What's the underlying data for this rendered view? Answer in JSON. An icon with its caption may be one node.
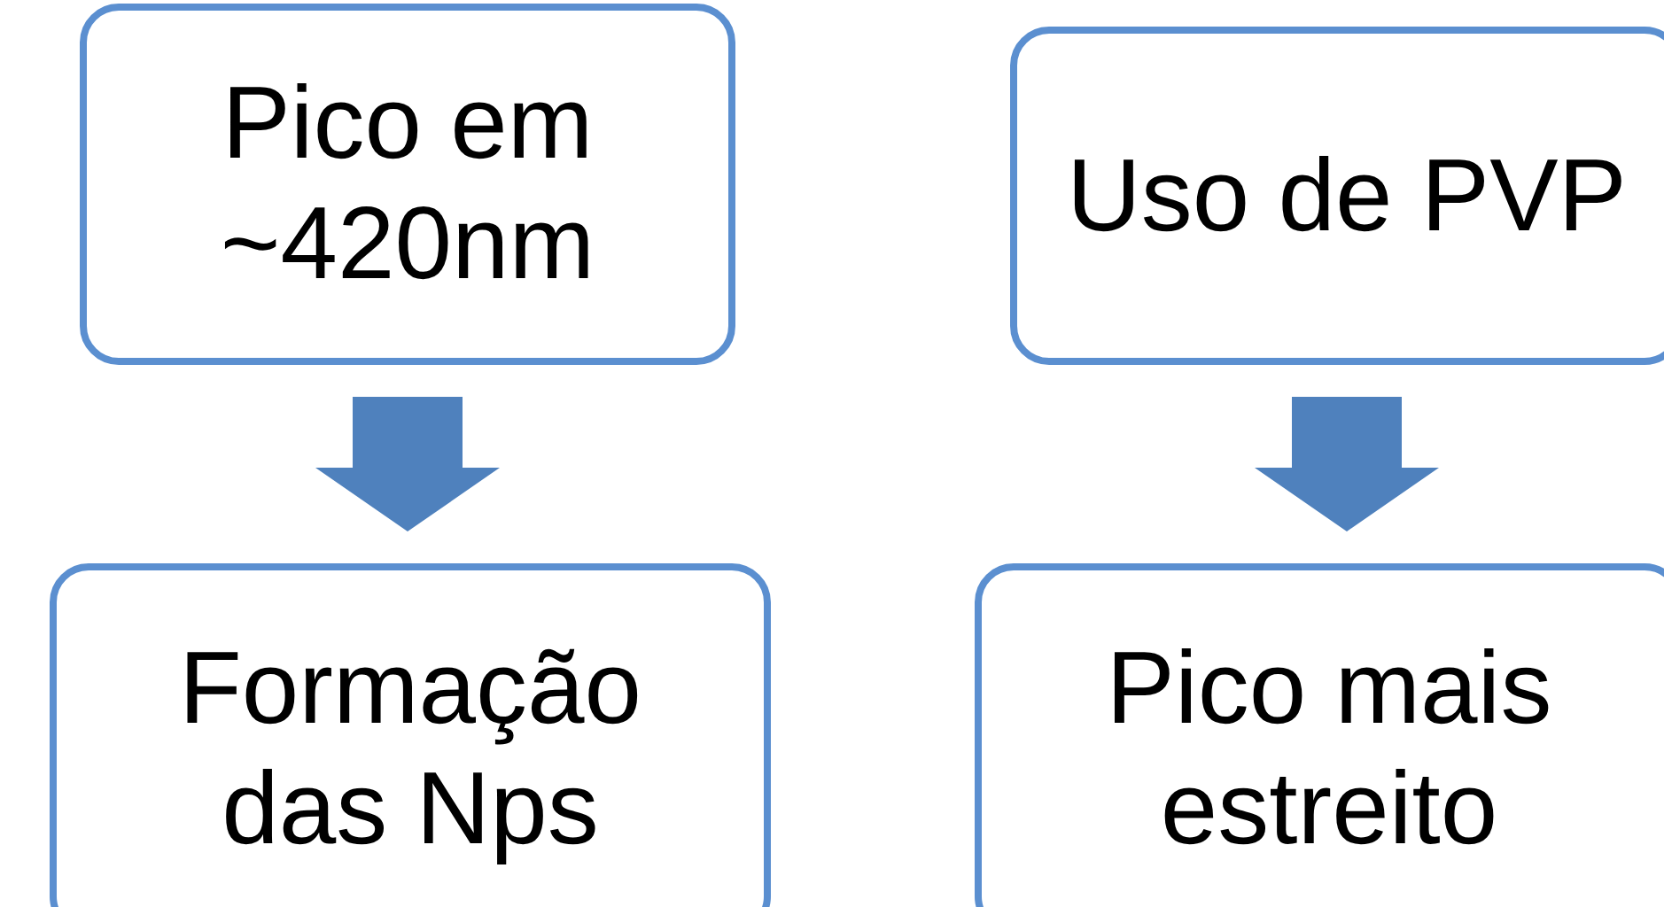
{
  "diagram": {
    "nodes": [
      {
        "text": [
          "Pico em ~420nm"
        ]
      },
      {
        "text": [
          "Uso de PVP"
        ]
      },
      {
        "text": [
          "Formação das Nps"
        ]
      },
      {
        "text": [
          "Pico mais estreito"
        ]
      }
    ],
    "edges": [
      {
        "from": 0,
        "to": 2,
        "arrow": "to"
      },
      {
        "from": 1,
        "to": 3,
        "arrow": "to"
      }
    ]
  }
}
